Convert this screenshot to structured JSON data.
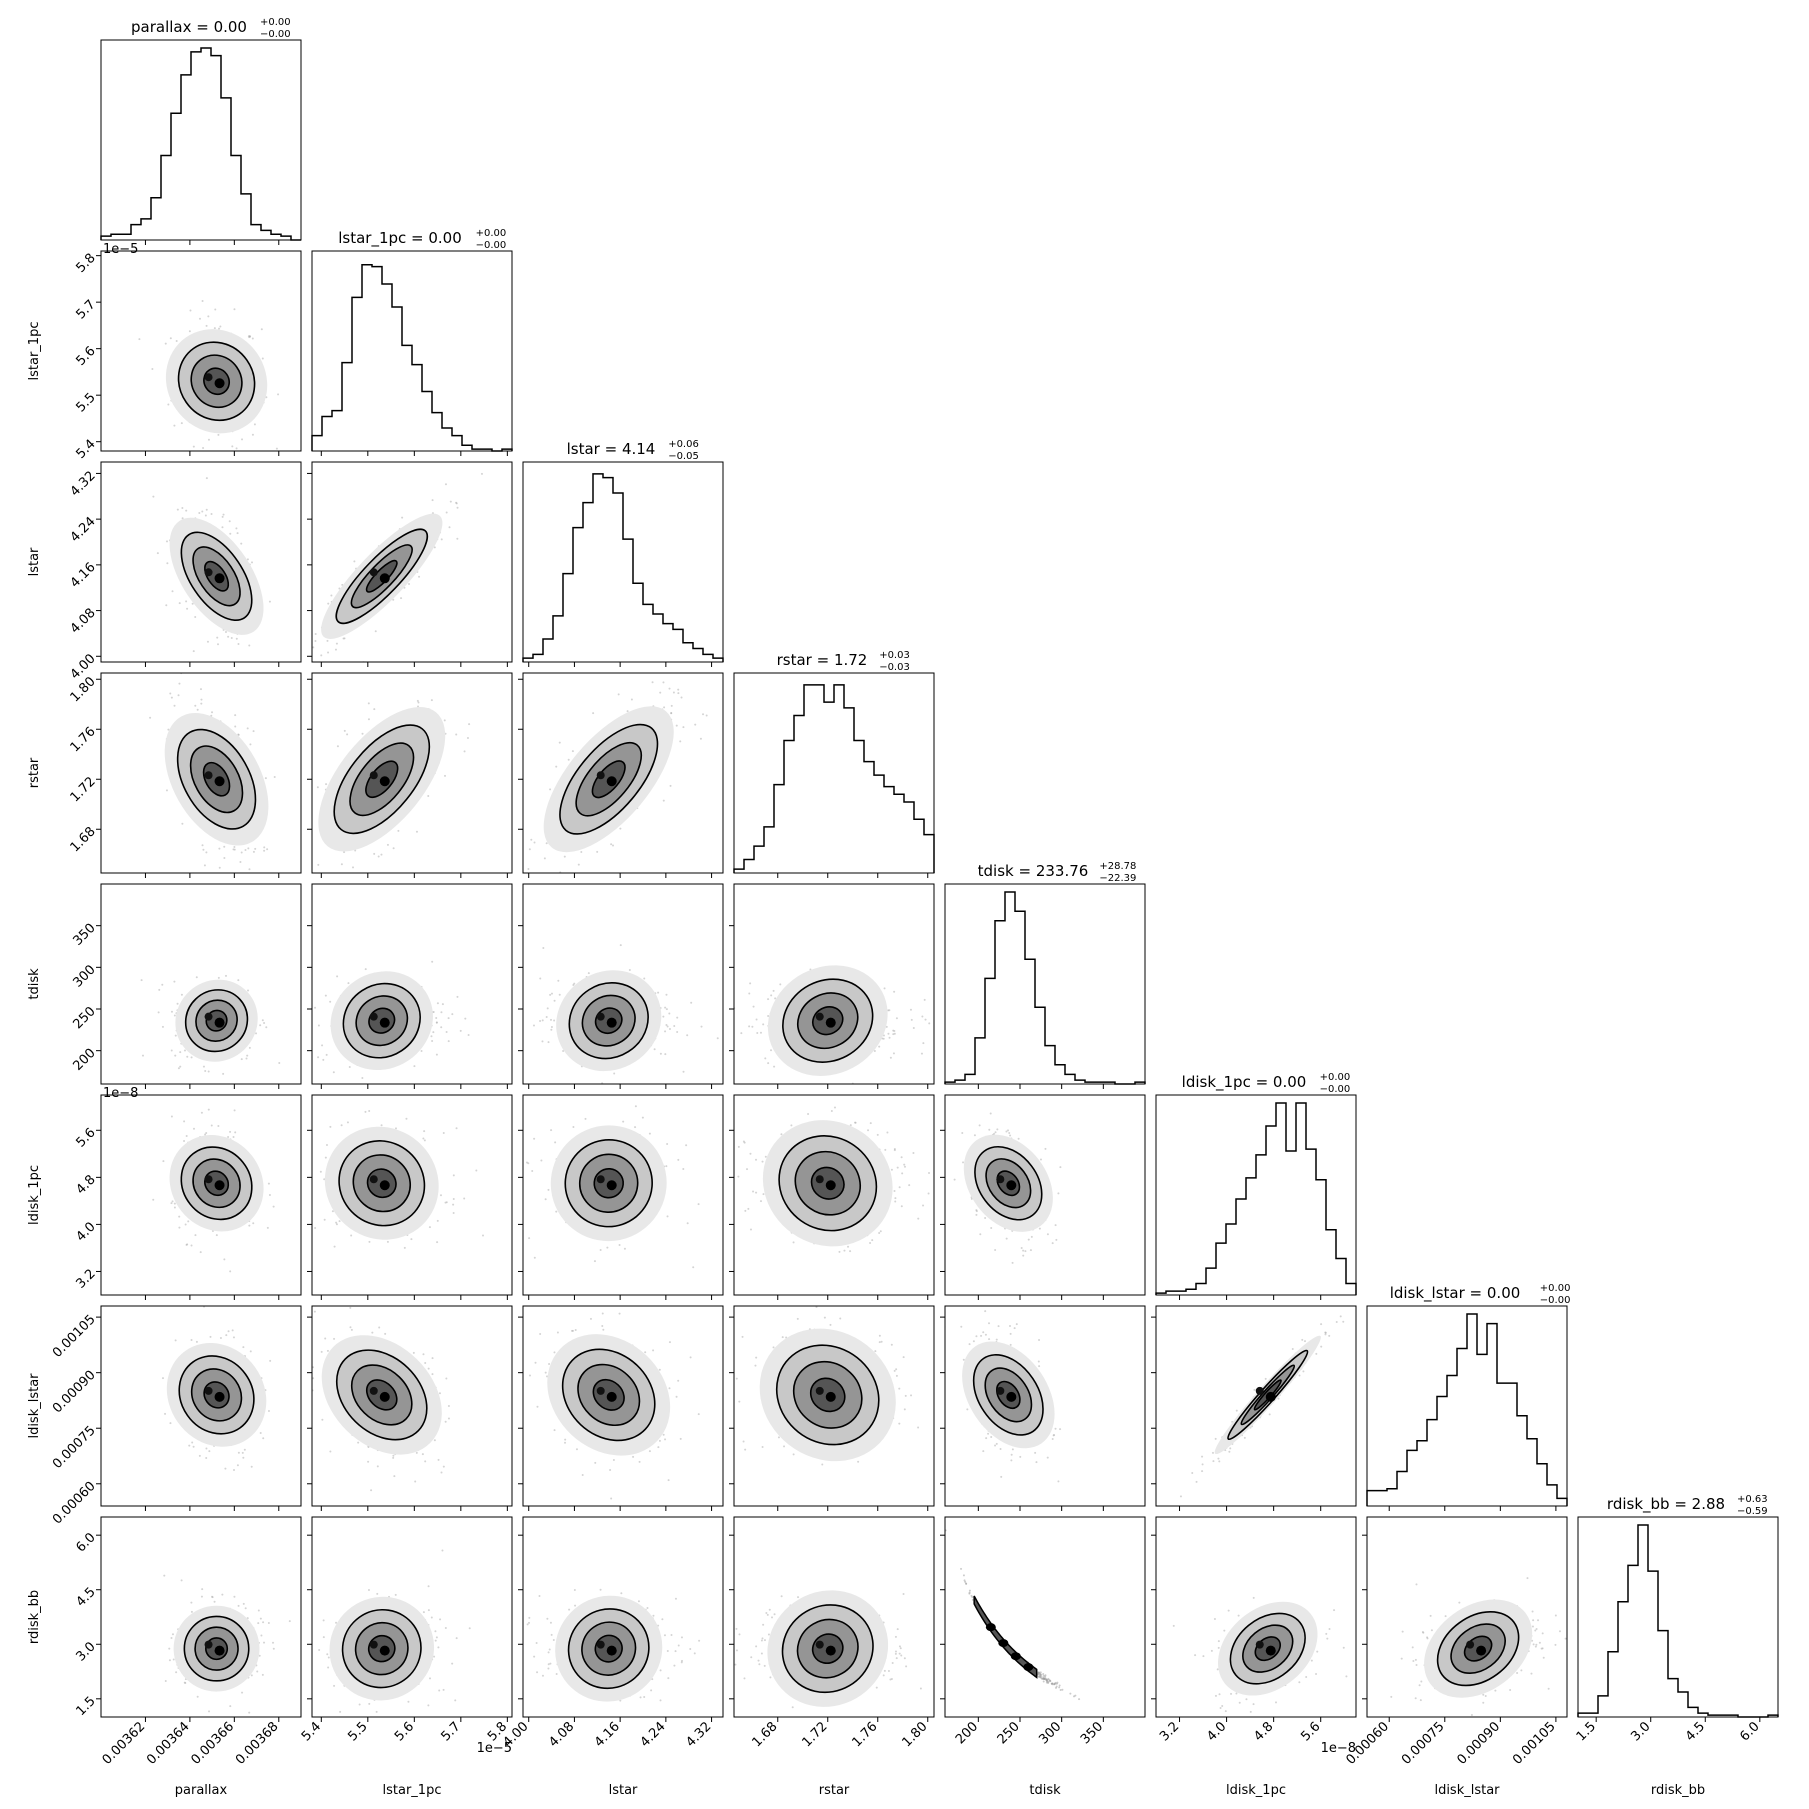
{
  "chart_data": {
    "type": "corner",
    "titles": [
      {
        "name": "parallax",
        "value": "0.00",
        "plus": "+0.00",
        "minus": "−0.00"
      },
      {
        "name": "lstar_1pc",
        "value": "0.00",
        "plus": "+0.00",
        "minus": "−0.00"
      },
      {
        "name": "lstar",
        "value": "4.14",
        "plus": "+0.06",
        "minus": "−0.05"
      },
      {
        "name": "rstar",
        "value": "1.72",
        "plus": "+0.03",
        "minus": "−0.03"
      },
      {
        "name": "tdisk",
        "value": "233.76",
        "plus": "+28.78",
        "minus": "−22.39"
      },
      {
        "name": "ldisk_1pc",
        "value": "0.00",
        "plus": "+0.00",
        "minus": "−0.00"
      },
      {
        "name": "ldisk_lstar",
        "value": "0.00",
        "plus": "+0.00",
        "minus": "−0.00"
      },
      {
        "name": "rdisk_bb",
        "value": "2.88",
        "plus": "+0.63",
        "minus": "−0.59"
      }
    ],
    "params": [
      {
        "name": "parallax",
        "range": [
          0.0036,
          0.00369
        ],
        "ticks": [
          0.00362,
          0.00364,
          0.00366,
          0.00368
        ],
        "tick_labels": [
          "0.00362",
          "0.00364",
          "0.00366",
          "0.00368"
        ],
        "offset": "",
        "mean": 0.003652,
        "sd": 9.5e-06
      },
      {
        "name": "lstar_1pc",
        "range": [
          5.38,
          5.81
        ],
        "ticks": [
          5.4,
          5.5,
          5.6,
          5.7,
          5.8
        ],
        "tick_labels": [
          "5.4",
          "5.5",
          "5.6",
          "5.7",
          "5.8"
        ],
        "offset": "1e−5",
        "mean": 5.53,
        "sd": 0.065
      },
      {
        "name": "lstar",
        "range": [
          3.99,
          4.34
        ],
        "ticks": [
          4.0,
          4.08,
          4.16,
          4.24,
          4.32
        ],
        "tick_labels": [
          "4.00",
          "4.08",
          "4.16",
          "4.24",
          "4.32"
        ],
        "offset": "",
        "mean": 4.14,
        "sd": 0.055
      },
      {
        "name": "rstar",
        "range": [
          1.645,
          1.805
        ],
        "ticks": [
          1.68,
          1.72,
          1.76,
          1.8
        ],
        "tick_labels": [
          "1.68",
          "1.72",
          "1.76",
          "1.80"
        ],
        "offset": "",
        "mean": 1.72,
        "sd": 0.03
      },
      {
        "name": "tdisk",
        "range": [
          160,
          400
        ],
        "ticks": [
          200,
          250,
          300,
          350
        ],
        "tick_labels": [
          "200",
          "250",
          "300",
          "350"
        ],
        "offset": "",
        "mean": 236,
        "sd": 24
      },
      {
        "name": "ldisk_1pc",
        "range": [
          2.8,
          6.2
        ],
        "ticks": [
          3.2,
          4.0,
          4.8,
          5.6
        ],
        "tick_labels": [
          "3.2",
          "4.0",
          "4.8",
          "5.6"
        ],
        "offset": "1e−8",
        "mean": 4.7,
        "sd": 0.45
      },
      {
        "name": "ldisk_lstar",
        "range": [
          0.00054,
          0.00108
        ],
        "ticks": [
          0.0006,
          0.00075,
          0.0009,
          0.00105
        ],
        "tick_labels": [
          "0.00060",
          "0.00075",
          "0.00090",
          "0.00105"
        ],
        "offset": "",
        "mean": 0.00084,
        "sd": 8e-05
      },
      {
        "name": "rdisk_bb",
        "range": [
          1.0,
          6.5
        ],
        "ticks": [
          1.5,
          3.0,
          4.5,
          6.0
        ],
        "tick_labels": [
          "1.5",
          "3.0",
          "4.5",
          "6.0"
        ],
        "offset": "",
        "mean": 2.88,
        "sd": 0.6
      }
    ],
    "histograms": [
      [
        0.02,
        0.03,
        0.03,
        0.08,
        0.11,
        0.22,
        0.44,
        0.66,
        0.86,
        0.98,
        1.0,
        0.96,
        0.74,
        0.44,
        0.24,
        0.08,
        0.05,
        0.03,
        0.02,
        0.0
      ],
      [
        0.08,
        0.18,
        0.21,
        0.46,
        0.8,
        0.97,
        0.96,
        0.87,
        0.75,
        0.55,
        0.45,
        0.31,
        0.2,
        0.12,
        0.08,
        0.03,
        0.01,
        0.01,
        0.0,
        0.01
      ],
      [
        0.02,
        0.04,
        0.12,
        0.24,
        0.46,
        0.7,
        0.83,
        0.98,
        0.96,
        0.88,
        0.64,
        0.41,
        0.3,
        0.25,
        0.2,
        0.17,
        0.1,
        0.07,
        0.04,
        0.02
      ],
      [
        0.02,
        0.07,
        0.14,
        0.24,
        0.46,
        0.69,
        0.82,
        0.98,
        0.98,
        0.89,
        0.98,
        0.86,
        0.69,
        0.58,
        0.51,
        0.45,
        0.41,
        0.37,
        0.28,
        0.2
      ],
      [
        0.01,
        0.02,
        0.05,
        0.24,
        0.55,
        0.85,
        1.0,
        0.9,
        0.65,
        0.4,
        0.2,
        0.1,
        0.05,
        0.02,
        0.01,
        0.01,
        0.01,
        0.0,
        0.0,
        0.01
      ],
      [
        0.01,
        0.02,
        0.02,
        0.03,
        0.06,
        0.14,
        0.27,
        0.37,
        0.5,
        0.61,
        0.73,
        0.88,
        1.0,
        0.75,
        1.0,
        0.76,
        0.6,
        0.34,
        0.19,
        0.06
      ],
      [
        0.08,
        0.08,
        0.09,
        0.18,
        0.29,
        0.34,
        0.45,
        0.57,
        0.68,
        0.82,
        1.0,
        0.79,
        0.95,
        0.64,
        0.64,
        0.47,
        0.35,
        0.22,
        0.11,
        0.04
      ],
      [
        0.02,
        0.02,
        0.11,
        0.34,
        0.6,
        0.79,
        1.0,
        0.76,
        0.45,
        0.2,
        0.13,
        0.05,
        0.02,
        0.01,
        0.01,
        0.01,
        0.0,
        0.0,
        0.0,
        0.01
      ]
    ],
    "correlations": [
      [
        0
      ],
      [
        -0.05,
        0
      ],
      [
        -0.55,
        0.85,
        0
      ],
      [
        -0.4,
        0.6,
        0.65,
        0
      ],
      [
        0.05,
        0.05,
        0.05,
        0.05,
        0
      ],
      [
        -0.1,
        -0.05,
        0.0,
        -0.05,
        -0.3,
        0
      ],
      [
        -0.1,
        -0.3,
        -0.2,
        -0.1,
        -0.35,
        0.97,
        0
      ],
      [
        0.0,
        0.0,
        0.0,
        0.0,
        -0.98,
        0.3,
        0.3,
        0
      ]
    ]
  }
}
